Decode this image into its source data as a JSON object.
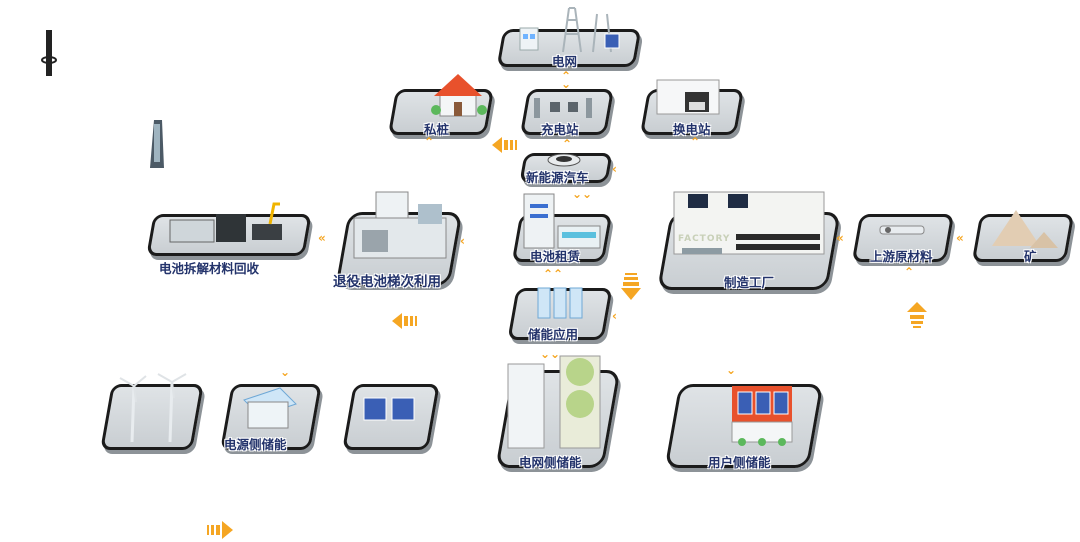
{
  "nodes": {
    "grid": "电网",
    "private_charger": "私桩",
    "charging_station": "充电站",
    "swap_station": "换电站",
    "nev": "新能源汽车",
    "recycling": "电池拆解材料回收",
    "second_life": "退役电池梯次利用",
    "battery_lease": "电池租赁",
    "factory": "制造工厂",
    "raw_materials": "上游原材料",
    "mine": "矿",
    "storage_app": "储能应用",
    "source_storage": "电源侧储能",
    "grid_storage": "电网侧储能",
    "user_storage": "用户侧储能"
  },
  "factory_sign": "FACTORY",
  "colors": {
    "label": "#23336b",
    "accent": "#f5a623",
    "tile_border": "#1b1b1b",
    "tile_fill": "#d5d9dc"
  }
}
